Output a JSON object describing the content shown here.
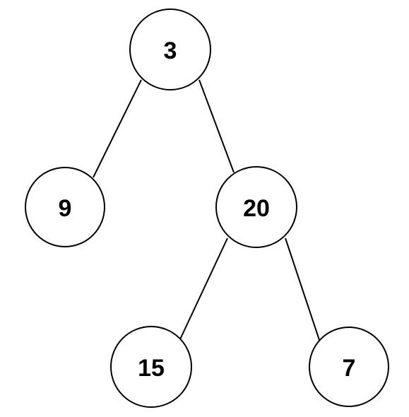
{
  "tree": {
    "nodes": [
      {
        "id": "n3",
        "label": "3"
      },
      {
        "id": "n9",
        "label": "9"
      },
      {
        "id": "n20",
        "label": "20"
      },
      {
        "id": "n15",
        "label": "15"
      },
      {
        "id": "n7",
        "label": "7"
      }
    ],
    "edges": [
      {
        "from": "n3",
        "to": "n9"
      },
      {
        "from": "n3",
        "to": "n20"
      },
      {
        "from": "n20",
        "to": "n15"
      },
      {
        "from": "n20",
        "to": "n7"
      }
    ],
    "colors": {
      "stroke": "#000000",
      "fill": "#ffffff",
      "text": "#000000"
    }
  }
}
